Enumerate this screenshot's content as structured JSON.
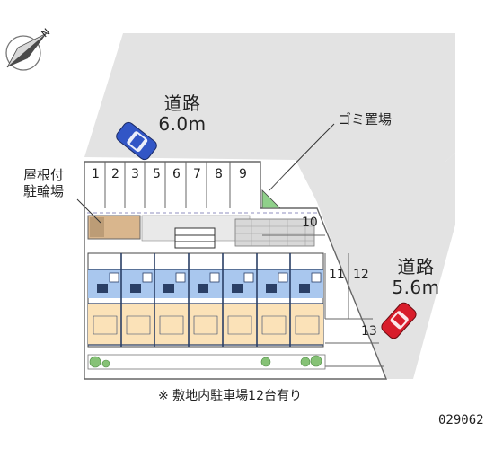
{
  "compass": {
    "icon": "north-arrow-icon",
    "letter": "N"
  },
  "roads": [
    {
      "id": "north",
      "name": "道路",
      "width": "6.0m"
    },
    {
      "id": "east",
      "name": "道路",
      "width": "5.6m"
    }
  ],
  "labels": {
    "garbage": "ゴミ置場",
    "bike_line1": "屋根付",
    "bike_line2": "駐輪場"
  },
  "parking_spaces": [
    "1",
    "2",
    "3",
    "5",
    "6",
    "7",
    "8",
    "9",
    "10",
    "11",
    "12",
    "13"
  ],
  "note": "※ 敷地内駐車場12台有り",
  "property_code": "029062",
  "colors": {
    "road": "#e3e3e3",
    "site": "#ffffff",
    "unit_orange": "#fbe2b8",
    "unit_blue": "#a9c7ee",
    "unit_dark": "#2a3f66",
    "hedge": "#86c276",
    "car_north": "#3256c6",
    "car_east": "#d81d2b",
    "dashed_outline": "#8f8fbf"
  }
}
